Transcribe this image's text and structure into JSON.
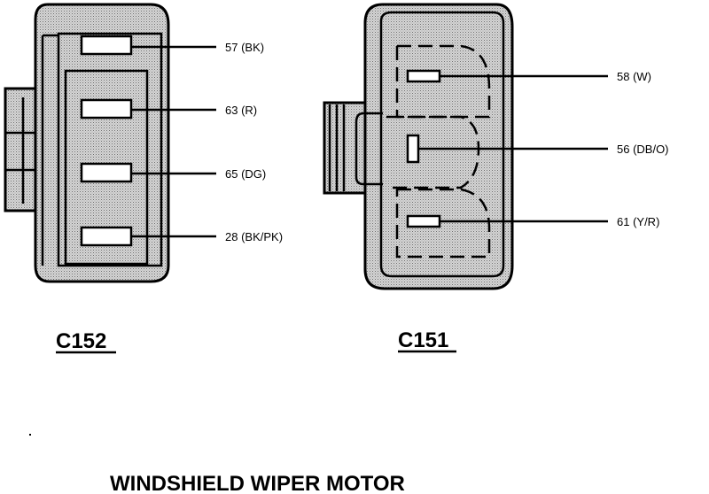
{
  "title": "WINDSHIELD WIPER MOTOR",
  "connectors": {
    "c152": {
      "label": "C152",
      "pins": [
        {
          "label": "57 (BK)"
        },
        {
          "label": "63 (R)"
        },
        {
          "label": "65 (DG)"
        },
        {
          "label": "28 (BK/PK)"
        }
      ]
    },
    "c151": {
      "label": "C151",
      "pins": [
        {
          "label": "58 (W)"
        },
        {
          "label": "56 (DB/O)"
        },
        {
          "label": "61 (Y/R)"
        }
      ]
    }
  }
}
